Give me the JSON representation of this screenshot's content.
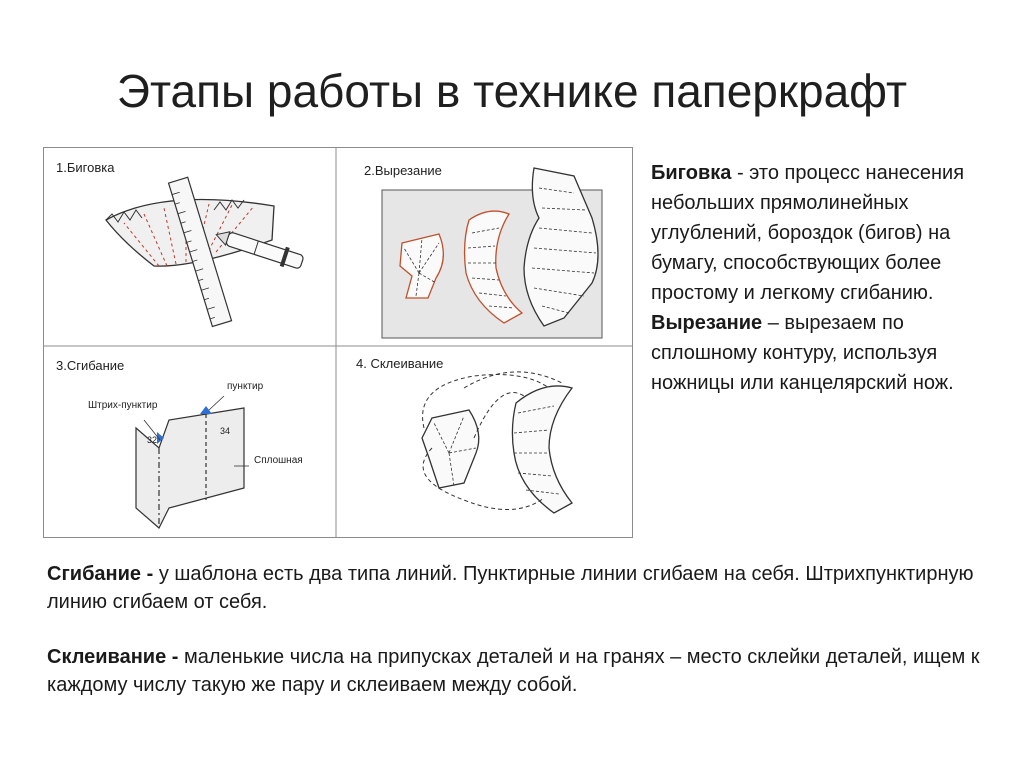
{
  "title": "Этапы работы в технике паперкрафт",
  "figure": {
    "panels": [
      {
        "label": "1.Биговка"
      },
      {
        "label": "2.Вырезание"
      },
      {
        "label": "3.Сгибание",
        "annotations": [
          "пунктир",
          "Штрих-пунктир",
          "Сплошная"
        ],
        "numbers": [
          "32",
          "34"
        ]
      },
      {
        "label": "4. Склеивание"
      }
    ]
  },
  "side": {
    "term1": "Биговка",
    "text1": " - это процесс нанесения небольших прямолинейных углублений, бороздок (бигов) на бумагу, способствующих более простому и легкому сгибанию.",
    "term2": "Вырезание",
    "text2": " – вырезаем по сплошному контуру, используя ножницы или канцелярский нож."
  },
  "bottom": {
    "term1": "Сгибание -",
    "text1": " у шаблона есть два типа линий. Пунктирные линии сгибаем на себя. Штрихпунктирную линию сгибаем от себя.",
    "term2": "Склеивание -",
    "text2": " маленькие числа на припусках деталей и на гранях – место склейки деталей, ищем к каждому числу такую же пару и склеиваем между собой."
  }
}
